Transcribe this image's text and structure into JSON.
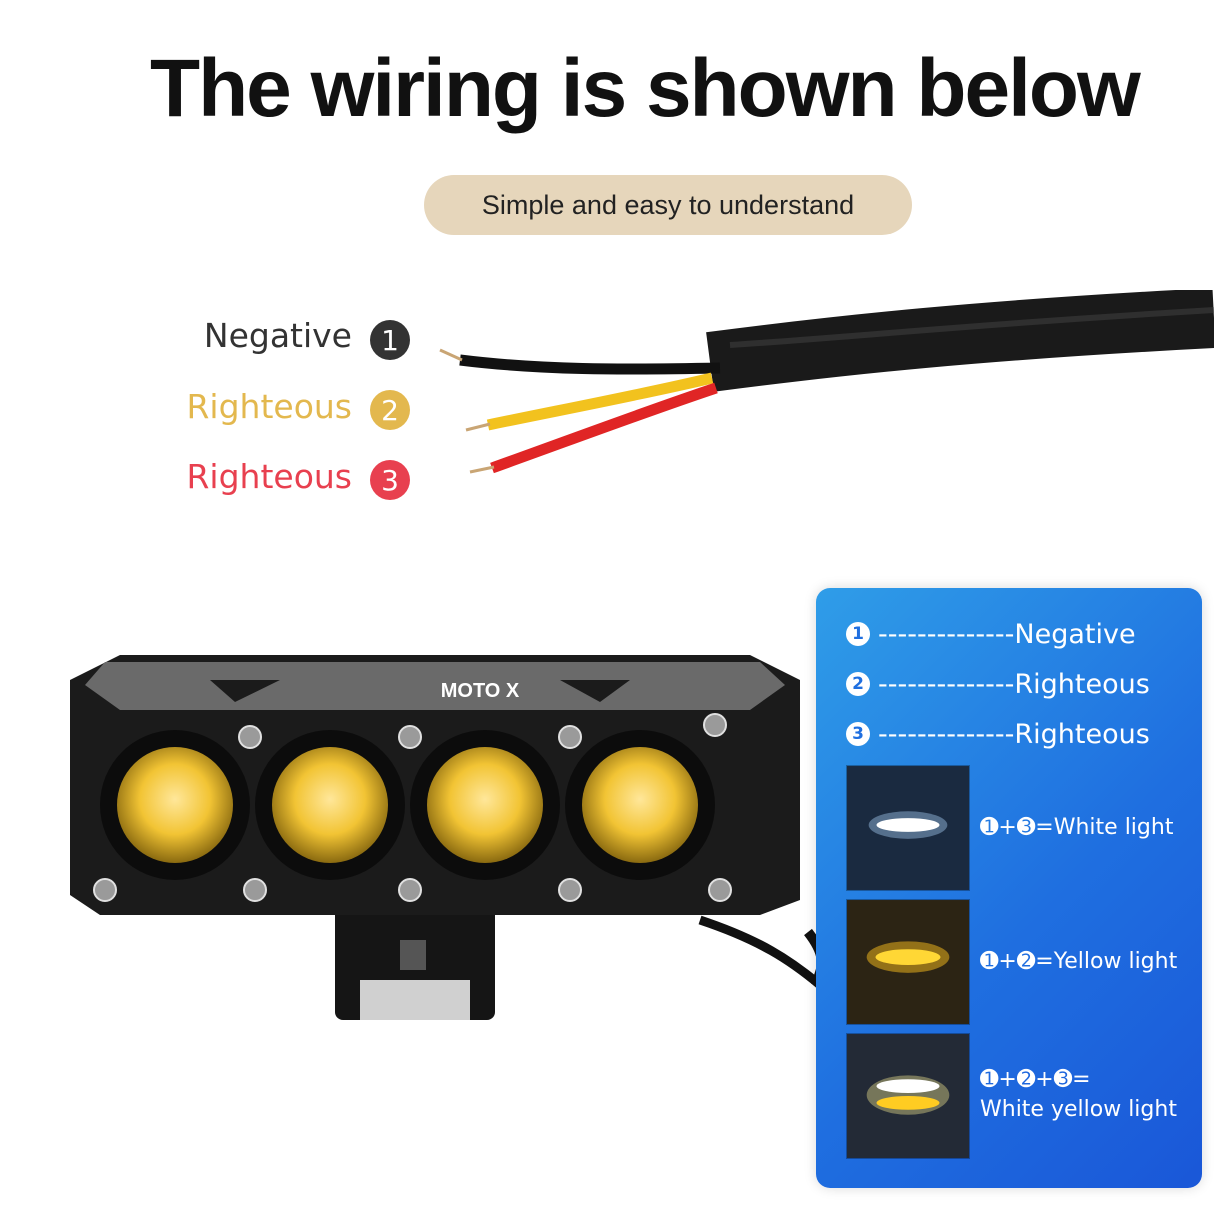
{
  "heading": "The wiring is shown below",
  "subtitle": "Simple and easy to understand",
  "wires": [
    {
      "label": "Negative",
      "number": "1",
      "color": "#333333"
    },
    {
      "label": "Righteous",
      "number": "2",
      "color": "#e3b84e"
    },
    {
      "label": "Righteous",
      "number": "3",
      "color": "#e8404f"
    }
  ],
  "brand": "MOTO X",
  "legend": [
    {
      "number": "1",
      "text": "--------------Negative"
    },
    {
      "number": "2",
      "text": "--------------Righteous"
    },
    {
      "number": "3",
      "text": "--------------Righteous"
    }
  ],
  "combos": [
    {
      "line1": "➊+➌=White light",
      "line2": "",
      "glow": "white"
    },
    {
      "line1": "➊+➋=Yellow light",
      "line2": "",
      "glow": "yellow"
    },
    {
      "line1": "➊+➋+➌=",
      "line2": "White yellow light",
      "glow": "white-yellow"
    }
  ],
  "colors": {
    "panel": "#1f6fe0",
    "pill": "#e6d6bb"
  }
}
